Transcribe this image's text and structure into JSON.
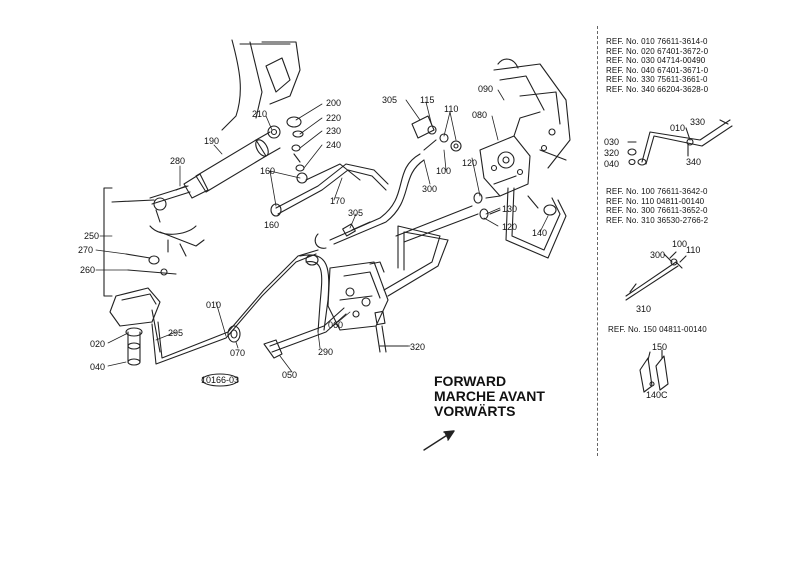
{
  "direction": {
    "line1": "FORWARD",
    "line2": "MARCHE AVANT",
    "line3": "VORWÄRTS"
  },
  "diagram_code": "10166-03",
  "part_labels": {
    "p010": "010",
    "p020": "020",
    "p040": "040",
    "p050": "050",
    "p060": "060",
    "p070": "070",
    "p080": "080",
    "p090": "090",
    "p100": "100",
    "p110": "110",
    "p115": "115",
    "p120a": "120",
    "p120b": "120",
    "p130": "130",
    "p140": "140",
    "p160a": "160",
    "p160b": "160",
    "p170": "170",
    "p190": "190",
    "p200": "200",
    "p210": "210",
    "p220": "220",
    "p230": "230",
    "p240": "240",
    "p250": "250",
    "p260": "260",
    "p270": "270",
    "p280": "280",
    "p290": "290",
    "p295": "295",
    "p300": "300",
    "p305a": "305",
    "p305b": "305",
    "p320": "320"
  },
  "detail_labels": {
    "d010": "010",
    "d330": "330",
    "d030": "030",
    "d320": "320",
    "d040": "040",
    "d340": "340",
    "d100": "100",
    "d300": "300",
    "d110": "110",
    "d310": "310",
    "d150": "150",
    "d140": "140C"
  },
  "ref_groups": [
    {
      "lines": [
        "REF. No. 010 76611-3614-0",
        "REF. No. 020 67401-3672-0",
        "REF. No. 030 04714-00490",
        "REF. No. 040 67401-3671-0",
        "REF. No. 330 75611-3661-0",
        "REF. No. 340 66204-3628-0"
      ]
    },
    {
      "lines": [
        "REF. No. 100 76611-3642-0",
        "REF. No. 110 04811-00140",
        "REF. No. 300 76611-3652-0",
        "REF. No. 310 36530-2766-2"
      ]
    },
    {
      "lines": [
        "REF. No. 150 04811-00140"
      ]
    }
  ]
}
